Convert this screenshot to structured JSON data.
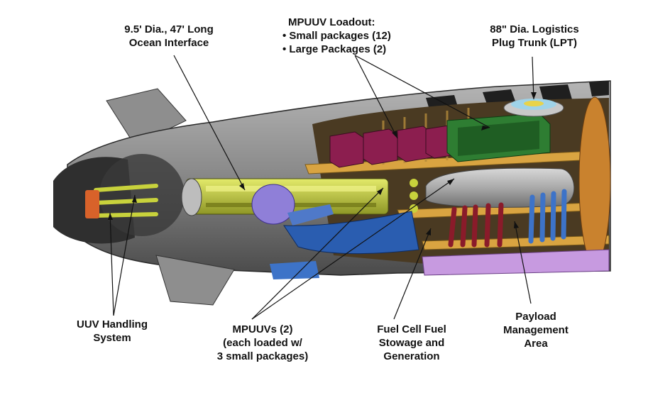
{
  "labels": {
    "ocean_interface": [
      "9.5' Dia., 47' Long",
      "Ocean Interface"
    ],
    "mpuuv_loadout": [
      "MPUUV Loadout:",
      "• Small packages (12)",
      "• Large Packages (2)"
    ],
    "logistics_plug_trunk": [
      "88\" Dia. Logistics",
      "Plug Trunk (LPT)"
    ],
    "uuv_handling": [
      "UUV Handling",
      "System"
    ],
    "mpuuvs": [
      "MPUUVs (2)",
      "(each loaded w/",
      "3 small packages)"
    ],
    "fuel_cell": [
      "Fuel Cell Fuel",
      "Stowage and",
      "Generation"
    ],
    "payload_mgmt": [
      "Payload",
      "Management",
      "Area"
    ]
  },
  "colors": {
    "hull": "#8a8a8a",
    "hull_dark": "#3a3a3a",
    "deck": "#d9a441",
    "large_packages": "#8c1e4f",
    "logistics_module": "#2e7d32",
    "tube_yellow": "#c8d23c",
    "uuv_blue": "#2a5db0",
    "payload_purple": "#c79ae0",
    "tank_gray": "#b8b8b8",
    "pipe_red": "#8a1b2a",
    "pipe_blue": "#3d73c8"
  }
}
